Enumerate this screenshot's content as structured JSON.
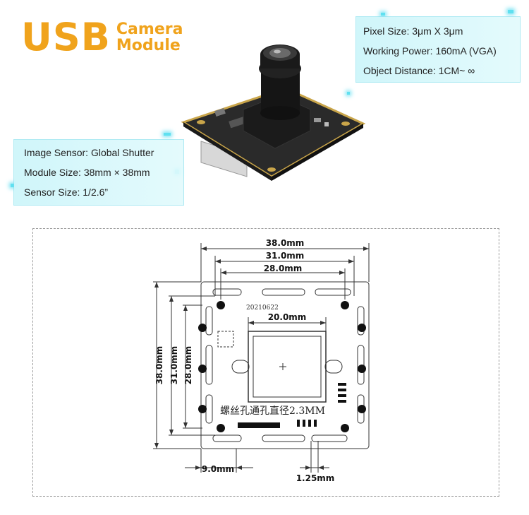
{
  "title": {
    "main": "USB",
    "line1": "Camera",
    "line2": "Module"
  },
  "specs_top": [
    "Pixel Size: 3μm X 3μm",
    "Working Power: 160mA (VGA)",
    "Object Distance: 1CM~ ∞"
  ],
  "specs_left": [
    "Image Sensor: Global Shutter",
    "Module Size: 38mm × 38mm",
    "Sensor Size: 1/2.6”"
  ],
  "drawing": {
    "dim_38": "38.0mm",
    "dim_31": "31.0mm",
    "dim_28": "28.0mm",
    "dim_20": "20.0mm",
    "dim_9": "9.0mm",
    "dim_125": "1.25mm",
    "date_code": "20210622",
    "hole_note": "螺丝孔通孔直径2.3MM"
  },
  "colors": {
    "accent": "#f0a31c",
    "spec_bg": "#d4f6fa",
    "pcb": "#2a2a2a",
    "glow": "#5fe0f0"
  }
}
